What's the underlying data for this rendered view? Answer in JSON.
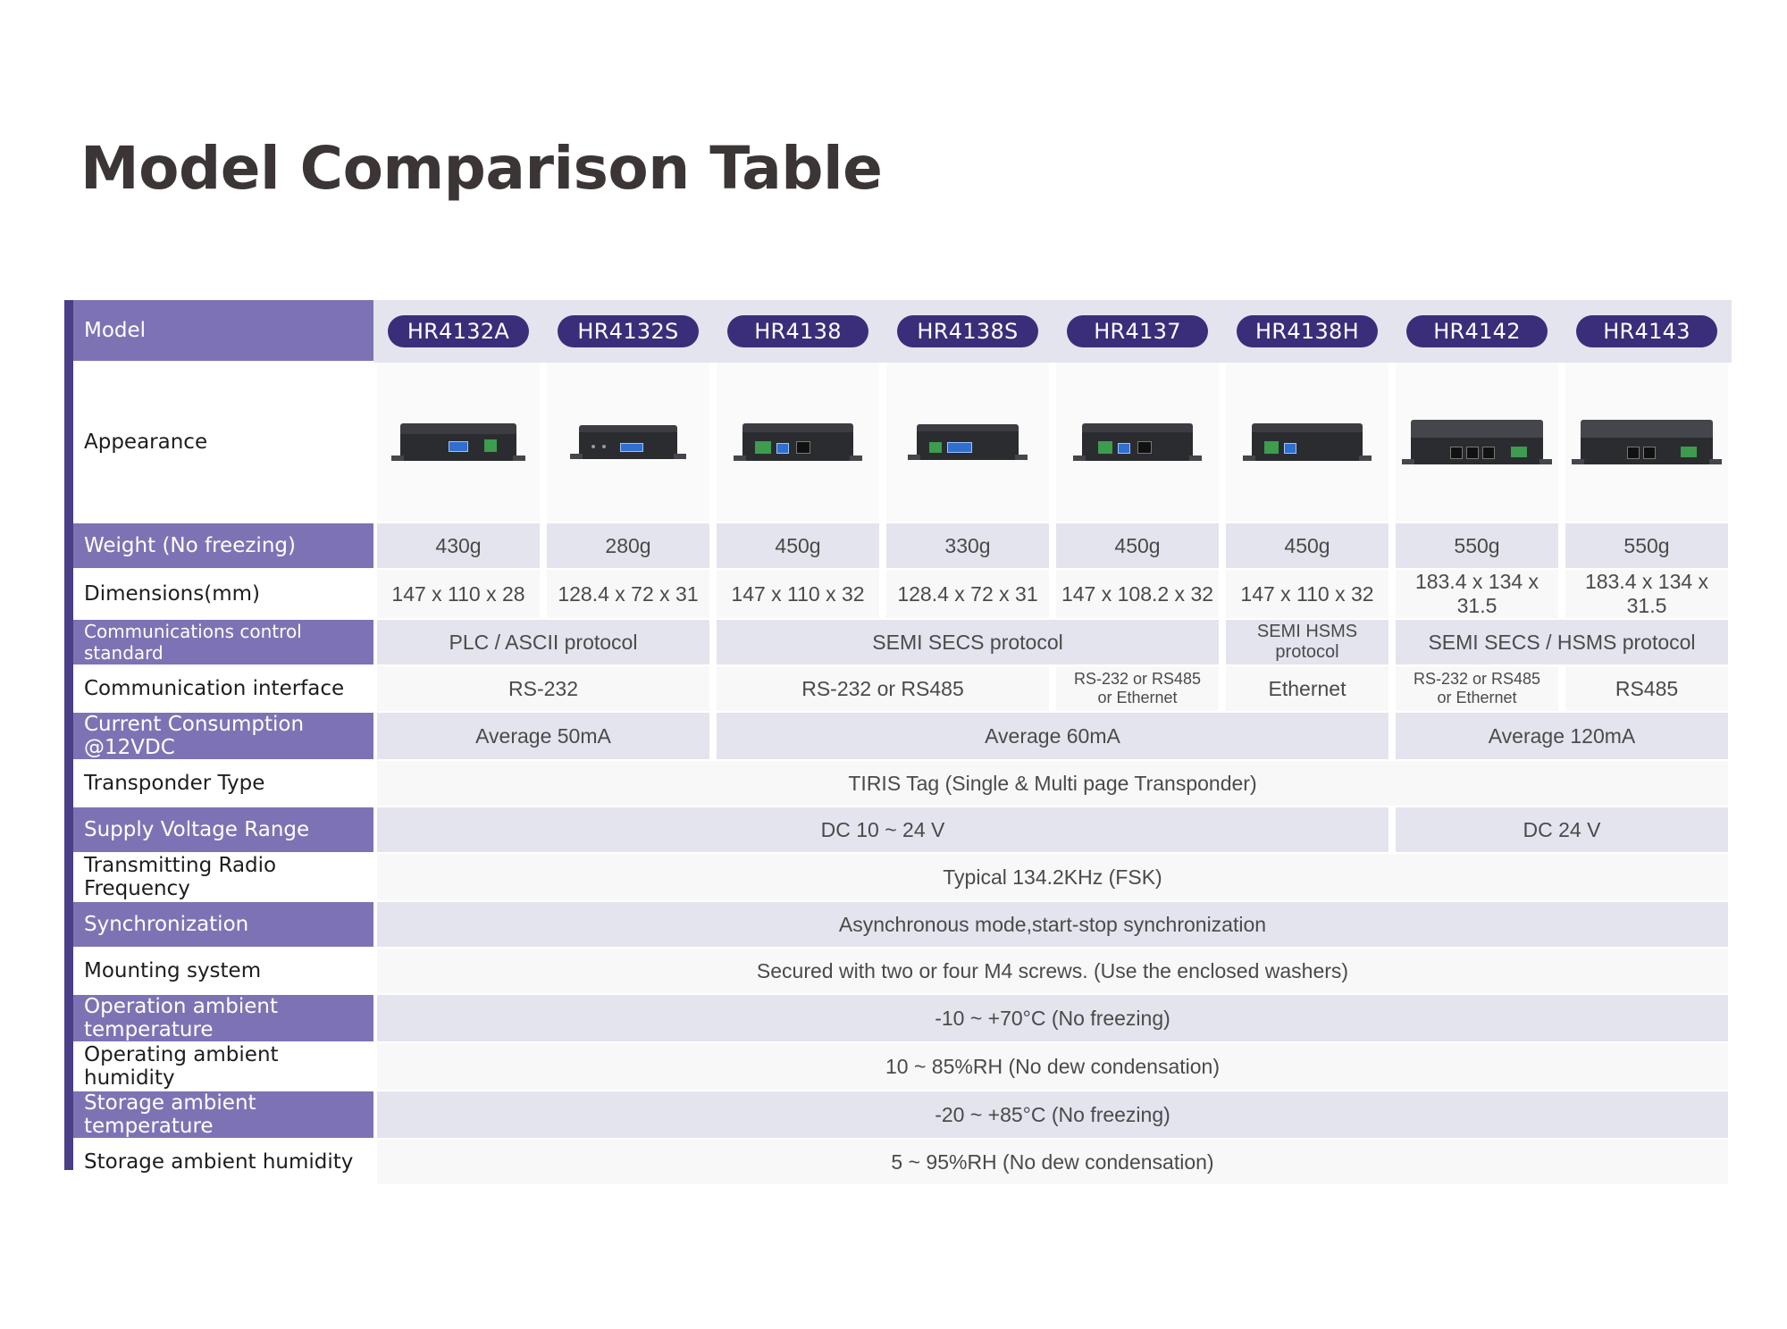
{
  "page": {
    "title": "Model Comparison Table"
  },
  "table": {
    "labels": {
      "model": "Model",
      "appearance": "Appearance",
      "weight": "Weight (No freezing)",
      "dimensions": "Dimensions(mm)",
      "comm_standard": "Communications control standard",
      "comm_interface": "Communication interface",
      "current": "Current Consumption @12VDC",
      "transponder": "Transponder Type",
      "supply_voltage": "Supply Voltage Range",
      "radio_freq": "Transmitting Radio Frequency",
      "sync": "Synchronization",
      "mounting": "Mounting system",
      "op_temp": "Operation ambient temperature",
      "op_humidity": "Operating ambient humidity",
      "storage_temp": "Storage ambient temperature",
      "storage_humidity": "Storage ambient humidity"
    },
    "models": [
      "HR4132A",
      "HR4132S",
      "HR4138",
      "HR4138S",
      "HR4137",
      "HR4138H",
      "HR4142",
      "HR4143"
    ],
    "weights": [
      "430g",
      "280g",
      "450g",
      "330g",
      "450g",
      "450g",
      "550g",
      "550g"
    ],
    "dimensions": [
      "147 x 110 x 28",
      "128.4 x 72 x 31",
      "147 x 110 x 32",
      "128.4 x 72 x 31",
      "147 x 108.2 x 32",
      "147 x 110 x 32",
      "183.4 x 134 x 31.5",
      "183.4 x 134 x 31.5"
    ],
    "comm_standard": {
      "plc": "PLC / ASCII protocol",
      "secs": "SEMI SECS protocol",
      "hsms": "SEMI HSMS protocol",
      "secs_hsms": "SEMI SECS / HSMS protocol"
    },
    "comm_interface": {
      "rs232": "RS-232",
      "rs232_485": "RS-232 or RS485",
      "hr4137_line1": "RS-232 or RS485",
      "hr4137_line2": "or Ethernet",
      "ethernet": "Ethernet",
      "hr4142_line1": "RS-232 or RS485",
      "hr4142_line2": "or Ethernet",
      "rs485": "RS485"
    },
    "current": {
      "a": "Average 50mA",
      "b": "Average 60mA",
      "c": "Average 120mA"
    },
    "transponder": "TIRIS Tag (Single & Multi page Transponder)",
    "supply_voltage": {
      "a": "DC 10 ~ 24 V",
      "b": "DC 24 V"
    },
    "radio_freq": "Typical 134.2KHz (FSK)",
    "sync": "Asynchronous mode,start-stop synchronization",
    "mounting": "Secured with two or four M4 screws. (Use the enclosed washers)",
    "op_temp": "-10 ~ +70°C (No freezing)",
    "op_humidity": "10 ~ 85%RH (No dew condensation)",
    "storage_temp": "-20 ~ +85°C (No freezing)",
    "storage_humidity": "5 ~ 95%RH (No dew condensation)"
  },
  "colors": {
    "label_shade": "#7d73b4",
    "value_shade": "#e4e4ee",
    "pill": "#3a2e7a",
    "accent_bar": "#4a3e86"
  },
  "icons": [
    "device-hr4132a-icon",
    "device-hr4132s-icon",
    "device-hr4138-icon",
    "device-hr4138s-icon",
    "device-hr4137-icon",
    "device-hr4138h-icon",
    "device-hr4142-icon",
    "device-hr4143-icon"
  ]
}
